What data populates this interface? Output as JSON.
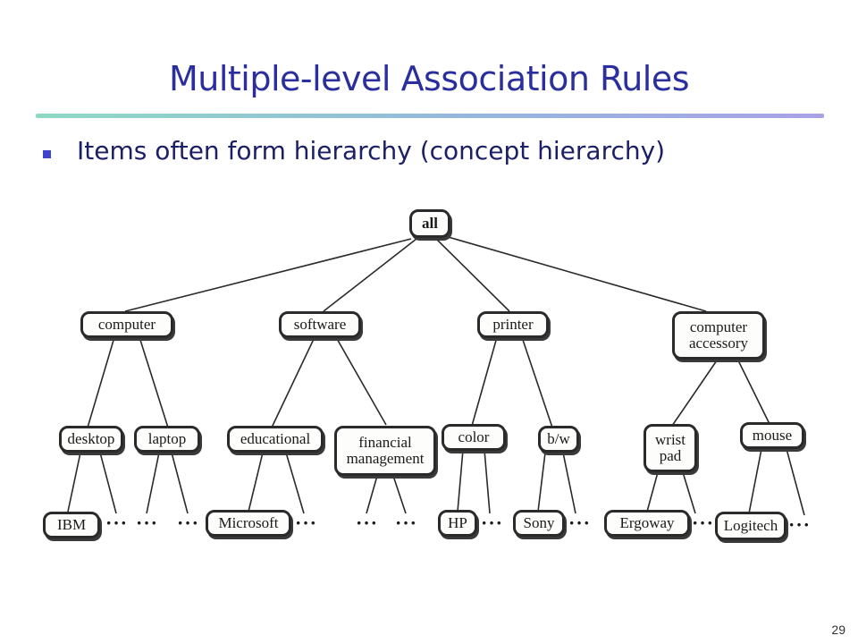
{
  "slide": {
    "title": "Multiple-level Association Rules",
    "bullet": "Items often form hierarchy (concept hierarchy)",
    "page_number": "29"
  },
  "hierarchy": {
    "root": "all",
    "level1": [
      "computer",
      "software",
      "printer",
      "computer accessory"
    ],
    "level2": [
      "desktop",
      "laptop",
      "educational",
      "financial management",
      "color",
      "b/w",
      "wrist pad",
      "mouse"
    ],
    "level3": [
      "IBM",
      "Microsoft",
      "HP",
      "Sony",
      "Ergoway",
      "Logitech"
    ],
    "ellipsis": "···"
  }
}
